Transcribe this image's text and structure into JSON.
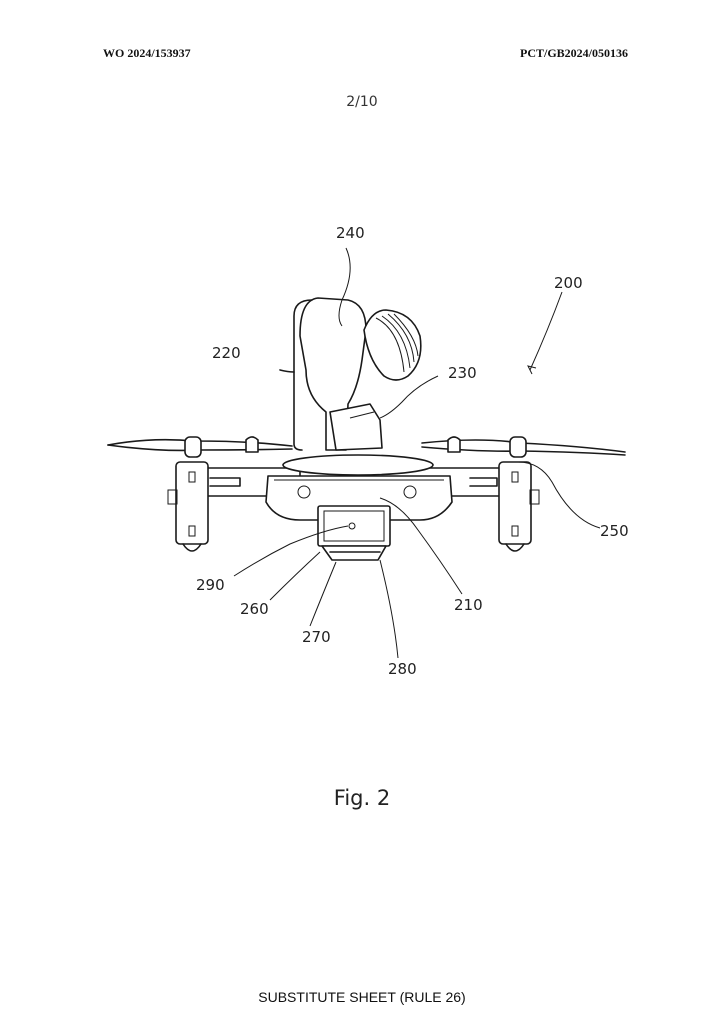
{
  "header": {
    "publication_number": "WO 2024/153937",
    "application_number": "PCT/GB2024/050136"
  },
  "sheet": {
    "number": "2/10"
  },
  "figure": {
    "caption": "Fig. 2",
    "reference_numerals": {
      "r200": "200",
      "r210": "210",
      "r220": "220",
      "r230": "230",
      "r240": "240",
      "r250": "250",
      "r260": "260",
      "r270": "270",
      "r280": "280",
      "r290": "290"
    }
  },
  "footer": {
    "text": "SUBSTITUTE SHEET (RULE 26)"
  }
}
